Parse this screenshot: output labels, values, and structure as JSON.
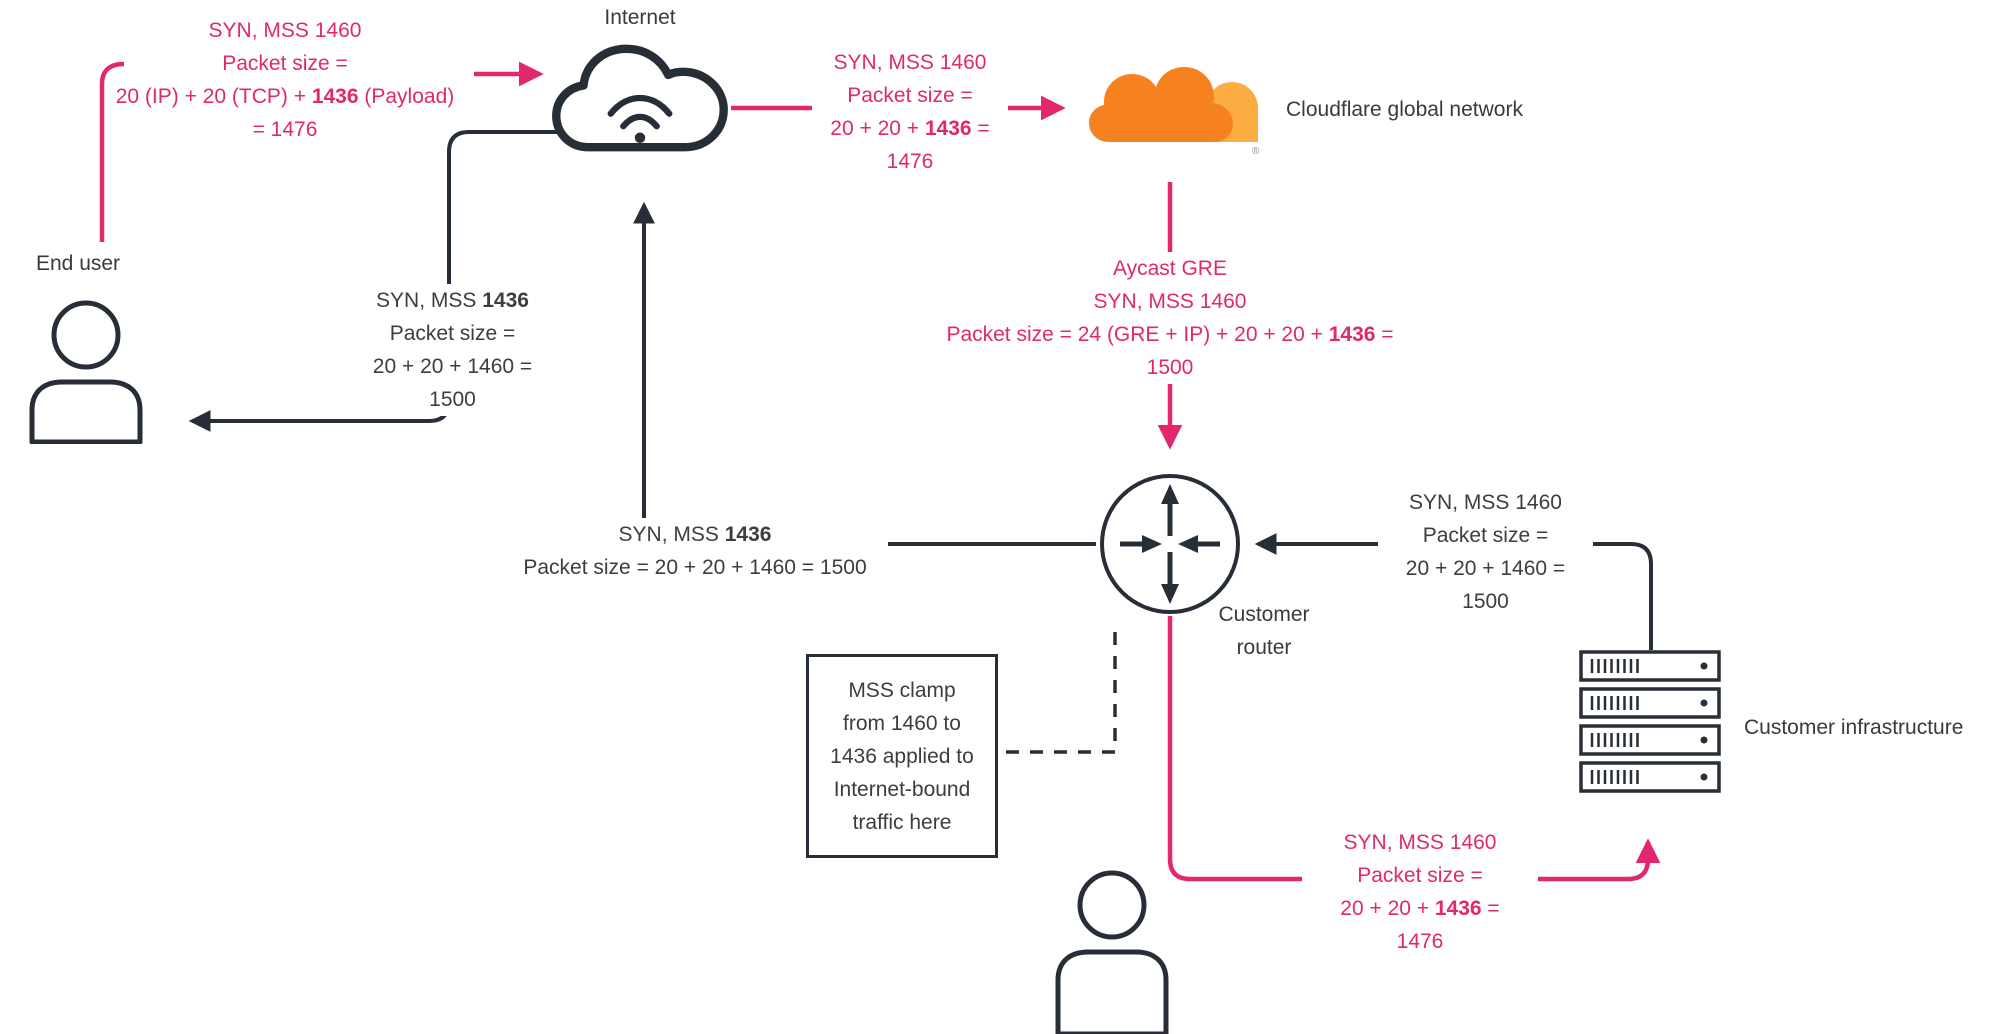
{
  "colors": {
    "pink": "#E1286E",
    "dark": "#272E37",
    "text_black": "#3D3D3D",
    "orange": "#F6821F",
    "orange_light": "#FBAD41"
  },
  "nodes": {
    "internet": {
      "label": "Internet"
    },
    "cloudflare": {
      "label": "Cloudflare global network",
      "trademark": "®"
    },
    "end_user": {
      "label": "End user"
    },
    "customer_router": {
      "label_line1": "Customer",
      "label_line2": "router"
    },
    "customer_infrastructure": {
      "label": "Customer infrastructure"
    }
  },
  "annotations": {
    "user_to_internet": {
      "line1": "SYN, MSS 1460",
      "line2": "Packet size =",
      "line3_pre": "20 (IP) + 20 (TCP) + ",
      "line3_bold": "1436",
      "line3_post": " (Payload)",
      "line4": "= 1476"
    },
    "internet_to_cloudflare": {
      "line1": "SYN, MSS 1460",
      "line2": "Packet size =",
      "line3_pre": "20 + 20 + ",
      "line3_bold": "1436",
      "line3_post": " =",
      "line4": "1476"
    },
    "cloudflare_to_router": {
      "line1": "Aycast GRE",
      "line2": "SYN, MSS 1460",
      "line3_pre": "Packet size = 24 (GRE + IP) + 20 + 20 + ",
      "line3_bold": "1436",
      "line3_post": " =",
      "line4": "1500"
    },
    "internet_to_end_user": {
      "line1_pre": "SYN, MSS ",
      "line1_bold": "1436",
      "line2": "Packet size =",
      "line3": "20 + 20 + 1460 =",
      "line4": "1500"
    },
    "router_to_internet": {
      "line1_pre": "SYN, MSS ",
      "line1_bold": "1436",
      "line2": "Packet size = 20 + 20 + 1460 = 1500"
    },
    "infrastructure_to_router": {
      "line1": "SYN, MSS 1460",
      "line2": "Packet size =",
      "line3": "20 + 20 + 1460 =",
      "line4": "1500"
    },
    "router_to_infrastructure": {
      "line1": "SYN, MSS 1460",
      "line2": "Packet size =",
      "line3_pre": "20 + 20 + ",
      "line3_bold": "1436",
      "line3_post": " =",
      "line4": "1476"
    },
    "mss_clamp_note": {
      "line1": "MSS clamp",
      "line2": "from 1460 to",
      "line3": "1436 applied to",
      "line4": "Internet-bound",
      "line5": "traffic here"
    }
  }
}
